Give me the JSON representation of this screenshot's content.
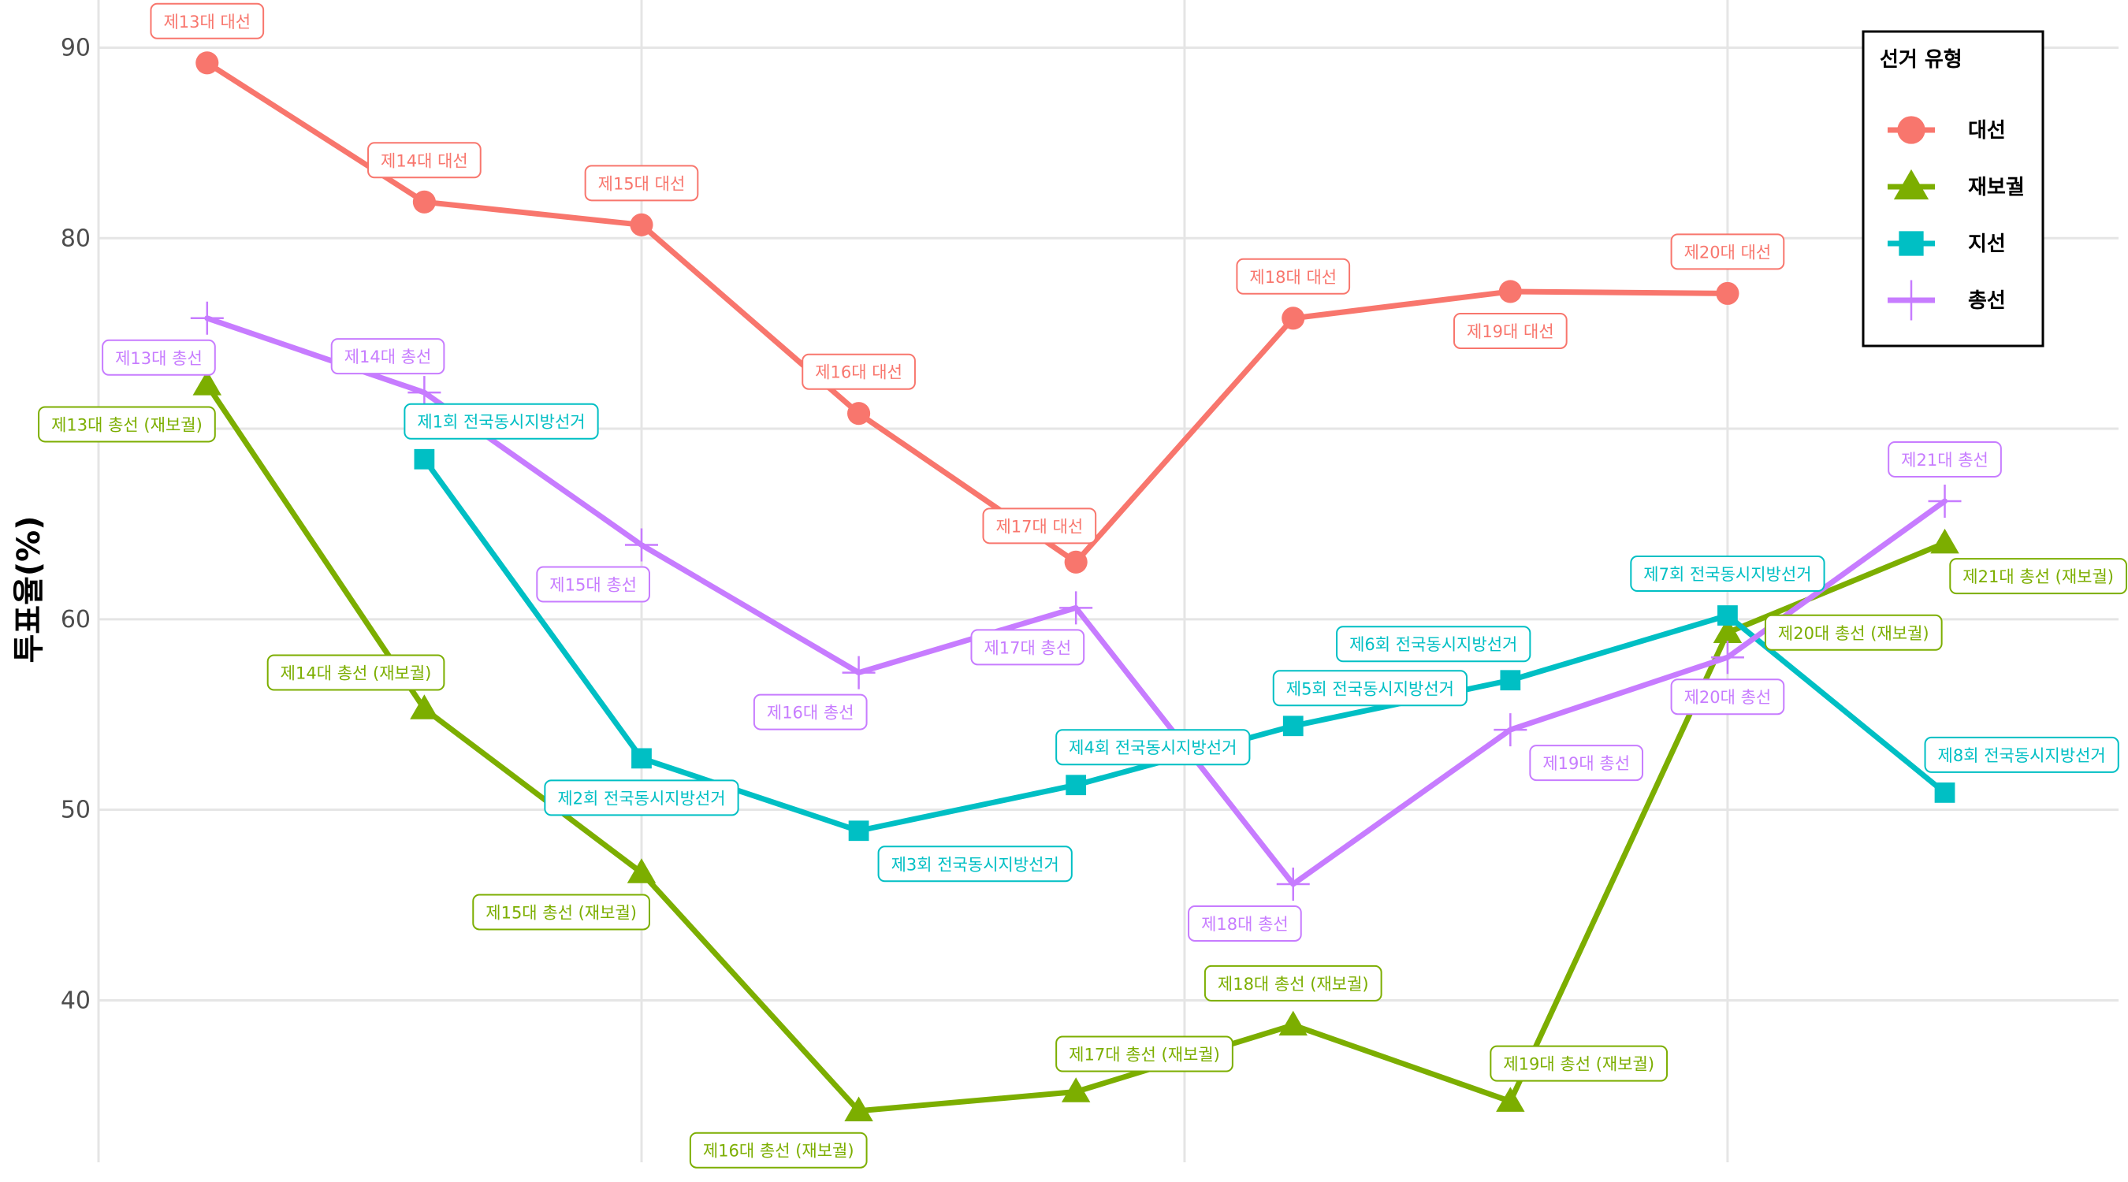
{
  "chart_data": {
    "type": "line",
    "title": "",
    "xlabel": "",
    "ylabel": "투표율(%)",
    "x_range": [
      0.5,
      9.8
    ],
    "ylim": [
      31.5,
      92.5
    ],
    "y_ticks": [
      40,
      50,
      60,
      70,
      80,
      90
    ],
    "x_gridlines": [
      0.5,
      3.0,
      5.5,
      8.0,
      10.5
    ],
    "grid": true,
    "legend": {
      "title": "선거 유형",
      "position": "top-right",
      "entries": [
        {
          "name": "대선",
          "shape": "circle"
        },
        {
          "name": "재보궐",
          "shape": "triangle"
        },
        {
          "name": "지선",
          "shape": "square"
        },
        {
          "name": "총선",
          "shape": "plus"
        }
      ]
    },
    "series": [
      {
        "name": "대선",
        "color": "#f8766d",
        "shape": "circle",
        "points": [
          {
            "x": 1,
            "y": 89.2,
            "label": "제13대 대선",
            "pos": "above"
          },
          {
            "x": 2,
            "y": 81.9,
            "label": "제14대 대선",
            "pos": "above"
          },
          {
            "x": 3,
            "y": 80.7,
            "label": "제15대 대선",
            "pos": "above"
          },
          {
            "x": 4,
            "y": 70.8,
            "label": "제16대 대선",
            "pos": "above"
          },
          {
            "x": 5,
            "y": 63.0,
            "label": "제17대 대선",
            "pos": "upleft"
          },
          {
            "x": 6,
            "y": 75.8,
            "label": "제18대 대선",
            "pos": "above"
          },
          {
            "x": 7,
            "y": 77.2,
            "label": "제19대 대선",
            "pos": "below"
          },
          {
            "x": 8,
            "y": 77.1,
            "label": "제20대 대선",
            "pos": "above"
          }
        ]
      },
      {
        "name": "재보궐",
        "color": "#7cae00",
        "shape": "triangle",
        "points": [
          {
            "x": 1,
            "y": 72.3,
            "label": "제13대 총선 (재보궐)",
            "pos": "belowleft"
          },
          {
            "x": 2,
            "y": 55.3,
            "label": "제14대 총선 (재보궐)",
            "pos": "upleft"
          },
          {
            "x": 3,
            "y": 46.7,
            "label": "제15대 총선 (재보궐)",
            "pos": "belowleft"
          },
          {
            "x": 4,
            "y": 34.2,
            "label": "제16대 총선 (재보궐)",
            "pos": "belowleft"
          },
          {
            "x": 5,
            "y": 35.2,
            "label": "제17대 총선 (재보궐)",
            "pos": "upright"
          },
          {
            "x": 6,
            "y": 38.7,
            "label": "제18대 총선 (재보궐)",
            "pos": "above"
          },
          {
            "x": 7,
            "y": 34.7,
            "label": "제19대 총선 (재보궐)",
            "pos": "upright"
          },
          {
            "x": 8,
            "y": 59.3,
            "label": "제20대 총선 (재보궐)",
            "pos": "right"
          },
          {
            "x": 9,
            "y": 64.0,
            "label": "제21대 총선 (재보궐)",
            "pos": "belowright"
          }
        ]
      },
      {
        "name": "지선",
        "color": "#00bfc4",
        "shape": "square",
        "points": [
          {
            "x": 2,
            "y": 68.4,
            "label": "제1회 전국동시지방선거",
            "pos": "upright"
          },
          {
            "x": 3,
            "y": 52.7,
            "label": "제2회 전국동시지방선거",
            "pos": "below"
          },
          {
            "x": 4,
            "y": 48.9,
            "label": "제3회 전국동시지방선거",
            "pos": "belowright"
          },
          {
            "x": 5,
            "y": 51.3,
            "label": "제4회 전국동시지방선거",
            "pos": "upright"
          },
          {
            "x": 6,
            "y": 54.4,
            "label": "제5회 전국동시지방선거",
            "pos": "upright"
          },
          {
            "x": 7,
            "y": 56.8,
            "label": "제6회 전국동시지방선거",
            "pos": "upleft"
          },
          {
            "x": 8,
            "y": 60.2,
            "label": "제7회 전국동시지방선거",
            "pos": "above"
          },
          {
            "x": 9,
            "y": 50.9,
            "label": "제8회 전국동시지방선거",
            "pos": "upright"
          }
        ]
      },
      {
        "name": "총선",
        "color": "#c77cff",
        "shape": "plus",
        "points": [
          {
            "x": 1,
            "y": 75.8,
            "label": "제13대 총선",
            "pos": "belowleft"
          },
          {
            "x": 2,
            "y": 71.9,
            "label": "제14대 총선",
            "pos": "upleft"
          },
          {
            "x": 3,
            "y": 63.9,
            "label": "제15대 총선",
            "pos": "belowleft"
          },
          {
            "x": 4,
            "y": 57.2,
            "label": "제16대 총선",
            "pos": "belowleft"
          },
          {
            "x": 5,
            "y": 60.6,
            "label": "제17대 총선",
            "pos": "belowleft"
          },
          {
            "x": 6,
            "y": 46.1,
            "label": "제18대 총선",
            "pos": "belowleft"
          },
          {
            "x": 7,
            "y": 54.2,
            "label": "제19대 총선",
            "pos": "belowright"
          },
          {
            "x": 8,
            "y": 58.0,
            "label": "제20대 총선",
            "pos": "below"
          },
          {
            "x": 9,
            "y": 66.2,
            "label": "제21대 총선",
            "pos": "above"
          }
        ]
      }
    ]
  }
}
